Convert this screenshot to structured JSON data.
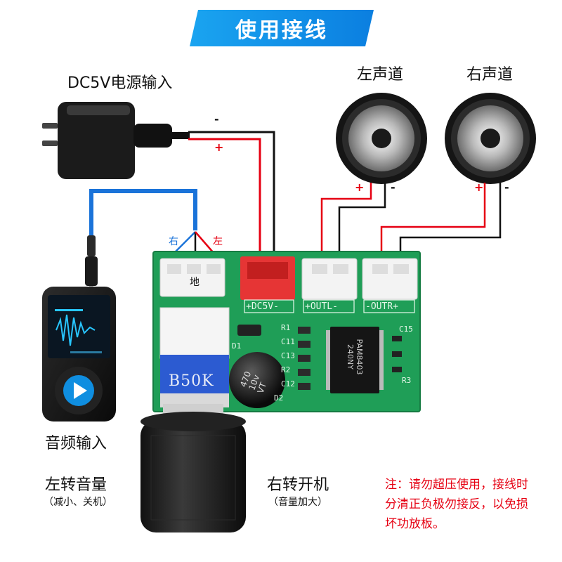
{
  "title": "使用接线",
  "power": {
    "label": "DC5V电源输入",
    "minus": "-",
    "plus": "+"
  },
  "speakers": {
    "left": {
      "label": "左声道",
      "plus": "+",
      "minus": "-"
    },
    "right": {
      "label": "右声道",
      "plus": "+",
      "minus": "-"
    }
  },
  "audio_input": {
    "label": "音频输入",
    "right_label": "右",
    "left_label": "左",
    "ground_label": "地"
  },
  "knob": {
    "ccw_label": "左转音量",
    "ccw_sub": "（减小、关机）",
    "cw_label": "右转开机",
    "cw_sub": "（音量加大）",
    "pot_marking": "B50K"
  },
  "board": {
    "dc_label": "+DC5V-",
    "outl_label": "+OUTL-",
    "outr_label": "-OUTR+",
    "chip_marking": "PAM8403\n240NY",
    "cap_marking": "470\n10v\nVT",
    "silk": [
      "D1",
      "D2",
      "C12",
      "R2",
      "C13",
      "C11",
      "R1",
      "C15",
      "R3"
    ]
  },
  "note": {
    "lines": [
      "注：请勿超压使用，接线时",
      "分清正负极勿接反，以免损",
      "坏功放板。"
    ]
  },
  "colors": {
    "wire_red": "#e60012",
    "wire_black": "#111111",
    "wire_blue": "#1a73d9",
    "pcb_green": "#1f9e57",
    "banner_blue": "#1295ea"
  }
}
